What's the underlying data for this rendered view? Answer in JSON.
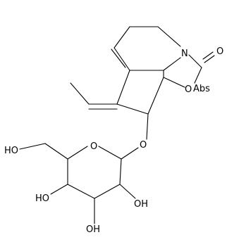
{
  "labels": {
    "n": "N",
    "o_carbonyl": "O",
    "o_ring": "O",
    "abs": "Abs",
    "o_glycoside": "O",
    "o_pyranose": "O",
    "ho_ch2": "HO",
    "ho_left": "HO",
    "oh_right": "OH",
    "oh_bottom": "OH"
  }
}
